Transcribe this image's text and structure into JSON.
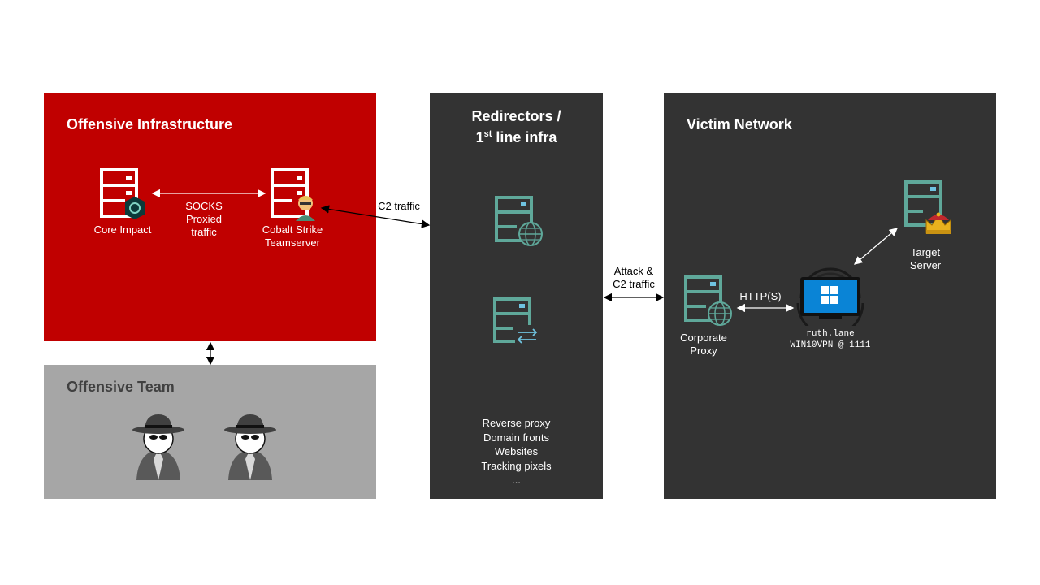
{
  "panels": {
    "infra": {
      "title": "Offensive Infrastructure"
    },
    "team": {
      "title": "Offensive Team"
    },
    "redirectors": {
      "title_line1": "Redirectors /",
      "title_num": "1",
      "title_sup": "st",
      "title_rest": " line infra"
    },
    "victim": {
      "title": "Victim Network"
    }
  },
  "nodes": {
    "core_impact": "Core Impact",
    "cobalt_strike_line1": "Cobalt Strike",
    "cobalt_strike_line2": "Teamserver",
    "corporate_proxy_line1": "Corporate",
    "corporate_proxy_line2": "Proxy",
    "target_server_line1": "Target",
    "target_server_line2": "Server",
    "workstation_user": "ruth.lane",
    "workstation_host": "WIN10VPN @ 1111"
  },
  "edges": {
    "socks_line1": "SOCKS",
    "socks_line2": "Proxied",
    "socks_line3": "traffic",
    "c2": "C2 traffic",
    "attack_line1": "Attack &",
    "attack_line2": "C2 traffic",
    "https": "HTTP(S)"
  },
  "redirector_uses": [
    "Reverse proxy",
    "Domain fronts",
    "Websites",
    "Tracking pixels",
    "..."
  ],
  "colors": {
    "infra_bg": "#c00000",
    "team_bg": "#a6a6a6",
    "dark_bg": "#333333",
    "server_teal": "#5fa89a",
    "screen_blue": "#0a84d6"
  }
}
